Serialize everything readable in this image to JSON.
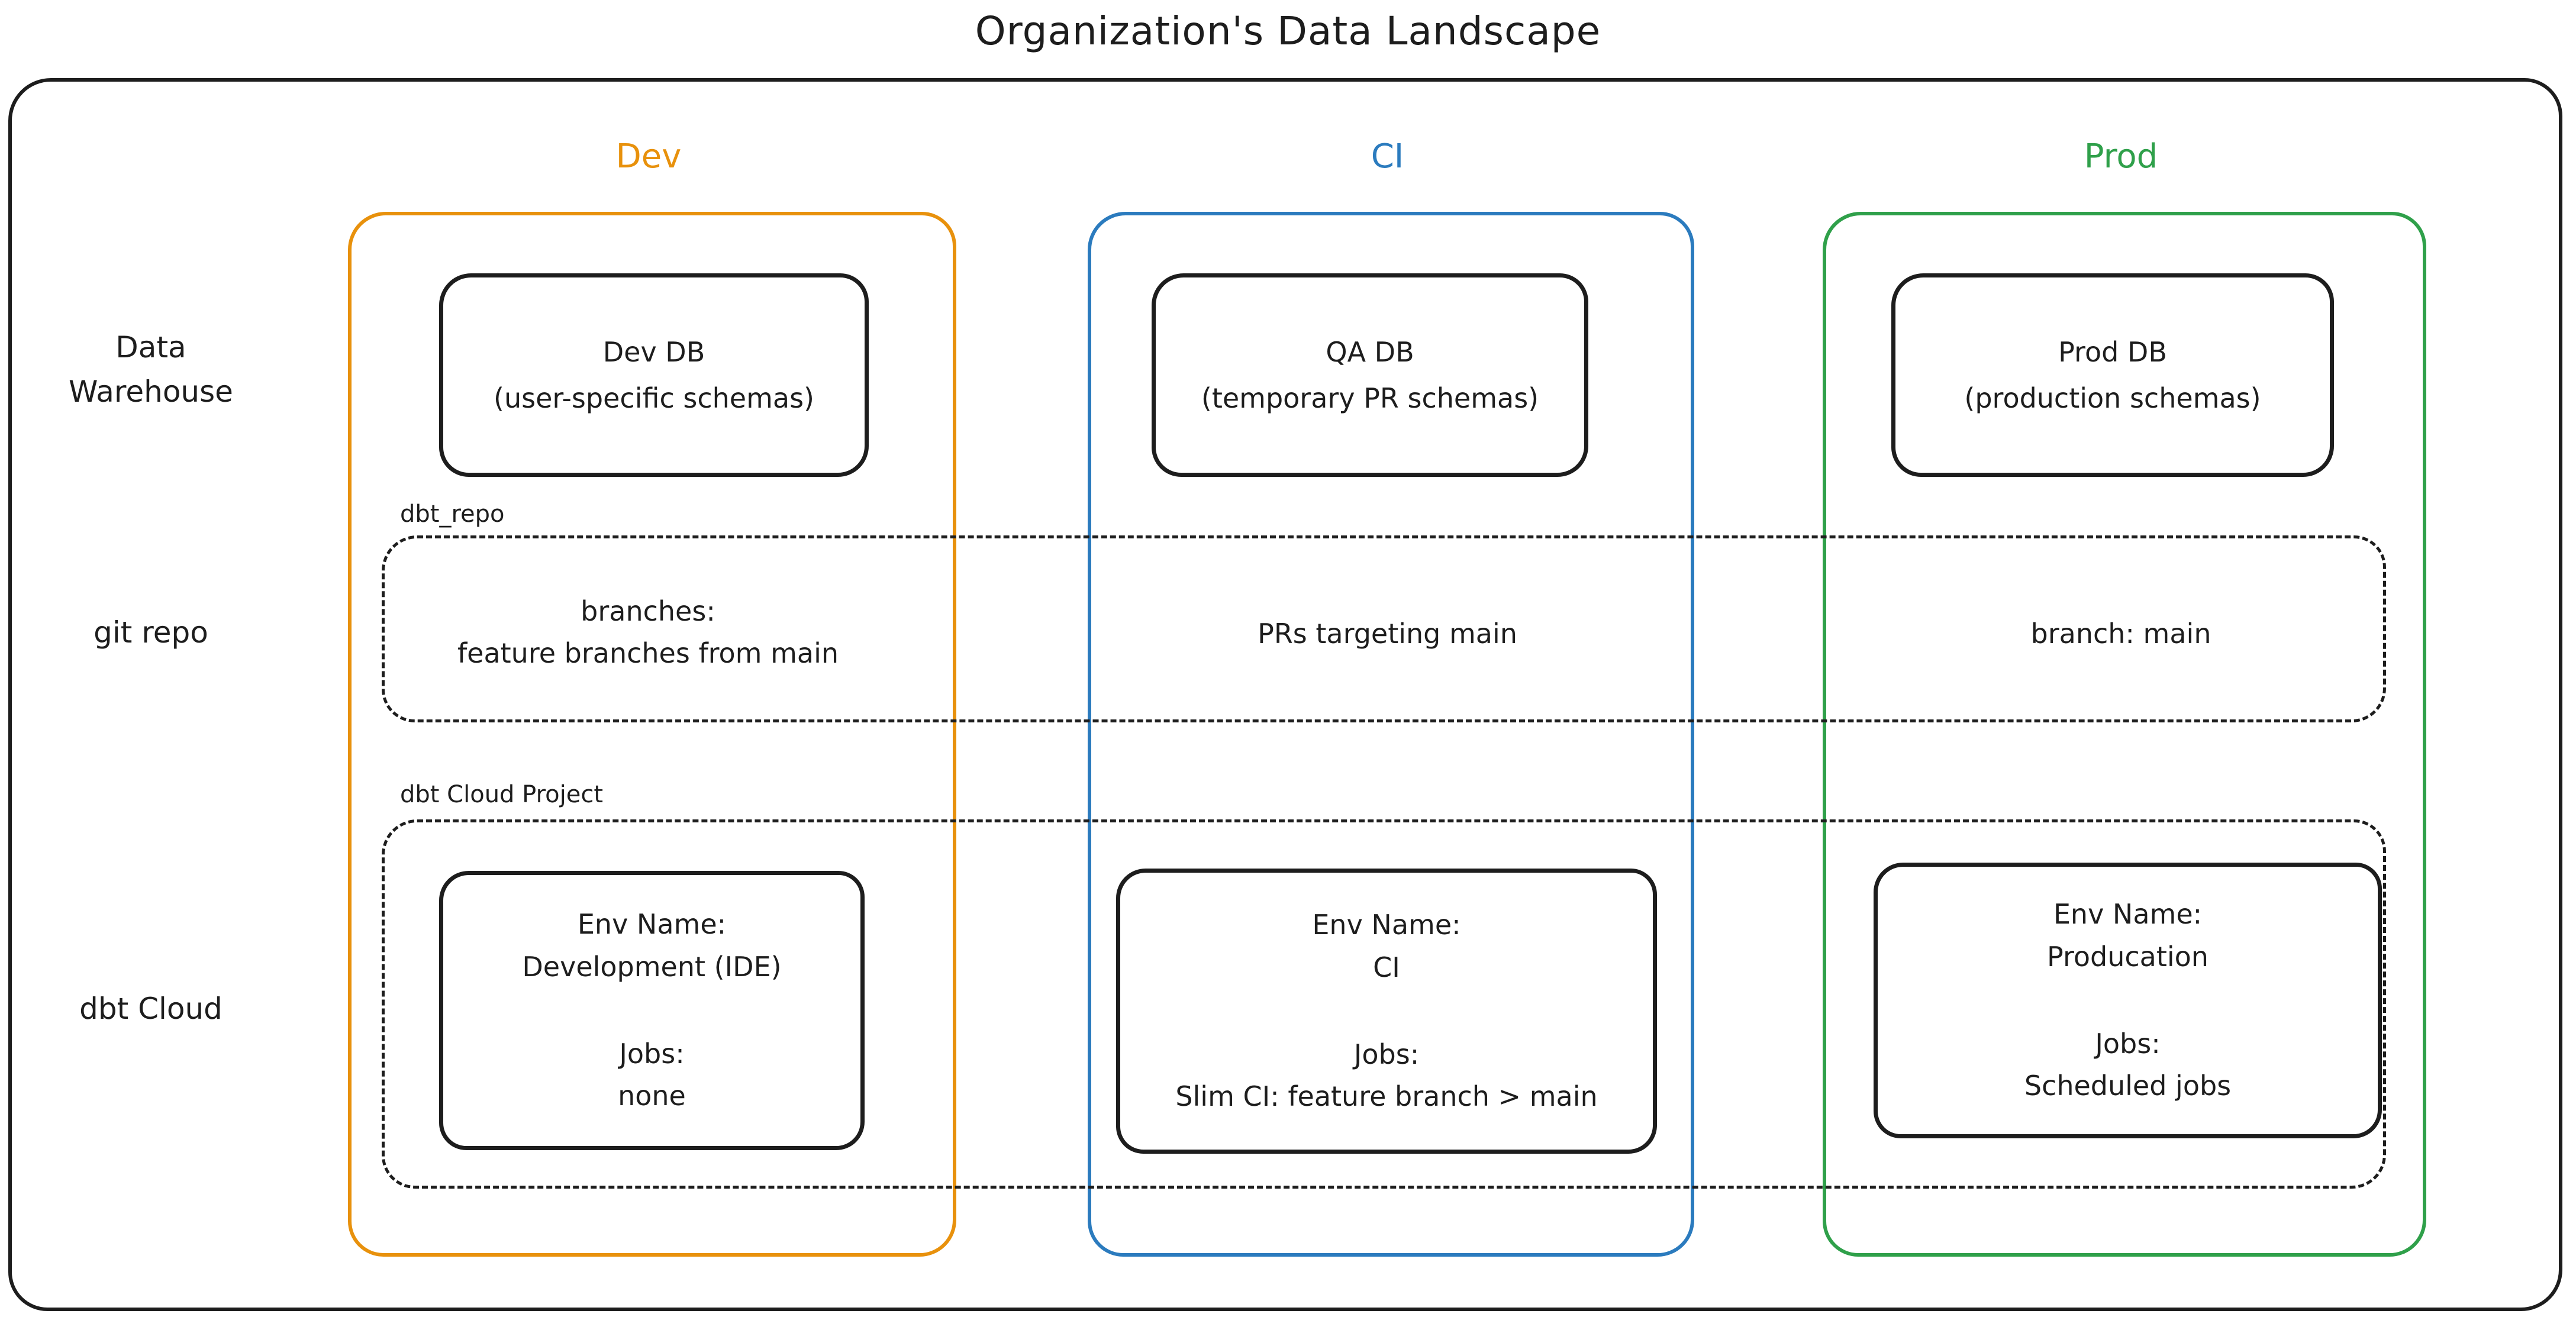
{
  "title": "Organization's Data Landscape",
  "stroke_color": "#1d1d1d",
  "columns": [
    {
      "id": "dev",
      "label": "Dev",
      "color": "#E8910C"
    },
    {
      "id": "ci",
      "label": "CI",
      "color": "#2B7BBE"
    },
    {
      "id": "prod",
      "label": "Prod",
      "color": "#2FA04A"
    }
  ],
  "rows": [
    {
      "label_line1": "Data",
      "label_line2": "Warehouse"
    },
    {
      "label": "git repo"
    },
    {
      "label": "dbt Cloud"
    }
  ],
  "warehouse_boxes": [
    {
      "title": "Dev DB",
      "subtitle": "(user-specific schemas)"
    },
    {
      "title": "QA DB",
      "subtitle": "(temporary PR schemas)"
    },
    {
      "title": "Prod DB",
      "subtitle": "(production schemas)"
    }
  ],
  "git_repo_region": {
    "label": "dbt_repo",
    "cells": [
      {
        "line1": "branches:",
        "line2": "feature branches from main"
      },
      {
        "line1": "PRs targeting main"
      },
      {
        "line1": "branch: main"
      }
    ]
  },
  "dbt_cloud_region": {
    "label": "dbt Cloud Project",
    "boxes": [
      {
        "env_label": "Env Name:",
        "env_value": "Development (IDE)",
        "jobs_label": "Jobs:",
        "jobs_value": "none"
      },
      {
        "env_label": "Env Name:",
        "env_value": "CI",
        "jobs_label": "Jobs:",
        "jobs_value": "Slim CI: feature branch > main"
      },
      {
        "env_label": "Env Name:",
        "env_value": "Producation",
        "jobs_label": "Jobs:",
        "jobs_value": "Scheduled jobs"
      }
    ]
  }
}
